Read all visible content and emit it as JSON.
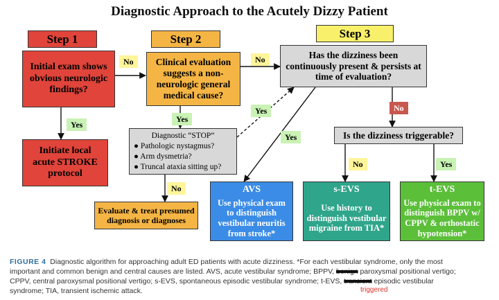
{
  "title": "Diagnostic Approach to the Acutely Dizzy Patient",
  "steps": {
    "step1": "Step 1",
    "step2": "Step 2",
    "step3": "Step 3"
  },
  "boxes": {
    "initial_exam": "Initial exam shows obvious neurologic findings?",
    "clinical_eval": "Clinical evaluation suggests a non-neurologic general medical cause?",
    "continuous": "Has the dizziness been continuously present & persists at time of evaluation?",
    "stroke_protocol": "Initiate local acute STROKE protocol",
    "stop_title": "Diagnostic “STOP”",
    "stop_items": [
      "Pathologic nystagmus?",
      "Arm dysmetria?",
      "Truncal ataxia sitting up?"
    ],
    "triggerable": "Is the dizziness triggerable?",
    "evaluate_treat": "Evaluate & treat presumed diagnosis or diagnoses"
  },
  "labels": {
    "yes": "Yes",
    "no": "No"
  },
  "outcomes": {
    "avs": {
      "head": "AVS",
      "body": "Use physical exam to distinguish vestibular neuritis from stroke*"
    },
    "sevs": {
      "head": "s-EVS",
      "body": "Use history to distinguish vestibular migraine from TIA*"
    },
    "tevs": {
      "head": "t-EVS",
      "body": "Use physical exam to distinguish BPPV w/ CPPV & orthostatic hypotension*"
    }
  },
  "caption": {
    "figure": "FIGURE 4",
    "line1": "Diagnostic algorithm for approaching adult ED patients with acute dizziness. *For each vestibular syndrome, only the most",
    "line2": "important and common benign and central causes are listed. AVS, acute vestibular syndrome; BPPV,",
    "line2_struck": "benign",
    "line2_end": "paroxysmal positional vertigo;",
    "line3": "CPPV, central paroxysmal positional vertigo; s-EVS, spontaneous episodic vestibular syndrome; t-EVS,",
    "line3_struck": "transient",
    "line3_end": "episodic vestibular",
    "line4": "syndrome; TIA, transient ischemic attack.",
    "handwritten": "triggered"
  },
  "colors": {
    "step1": "#e0443a",
    "step2": "#f5b544",
    "step3": "#f8f06a",
    "red_box": "#e0443a",
    "orange_box": "#f5b544",
    "gray_box": "#d8d8d8",
    "avs": "#3b8ce6",
    "sevs": "#2fa58b",
    "tevs": "#5cbf3a"
  }
}
